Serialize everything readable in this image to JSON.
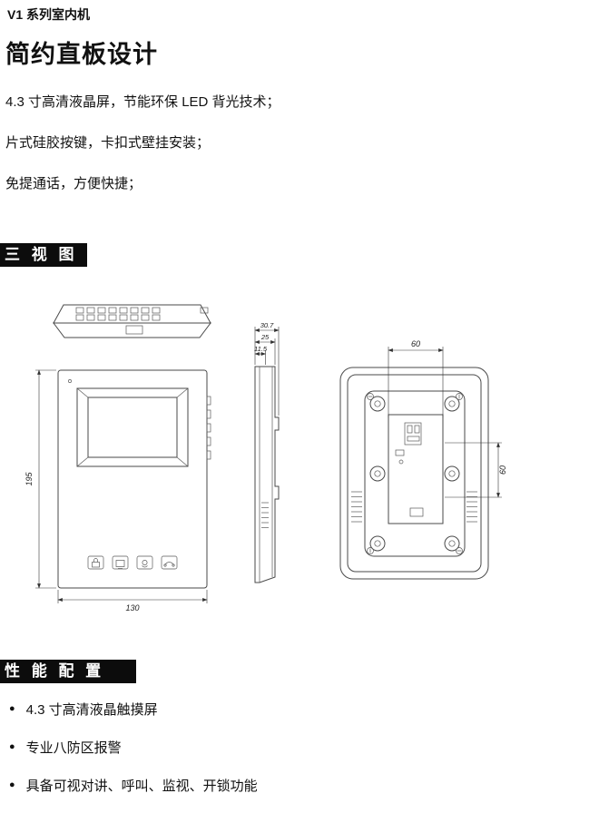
{
  "header": {
    "series": "V1 系列室内机",
    "title": "简约直板设计",
    "features": [
      "4.3 寸高清液晶屏，节能环保 LED 背光技术；",
      "片式硅胶按键，卡扣式壁挂安装；",
      "免提通话，方便快捷；"
    ]
  },
  "sections": {
    "three_views": "三 视 图",
    "performance": "性 能 配 置"
  },
  "dimensions": {
    "front_height": "195",
    "front_width": "130",
    "side_depth_total": "30.7",
    "side_depth_body": "25",
    "side_depth_panel": "11.5",
    "back_hole_spacing_h": "60",
    "back_hole_spacing_v": "60"
  },
  "performance": {
    "bullet": "●",
    "items": [
      "4.3 寸高清液晶触摸屏",
      "专业八防区报警",
      "具备可视对讲、呼叫、监视、开锁功能"
    ]
  }
}
